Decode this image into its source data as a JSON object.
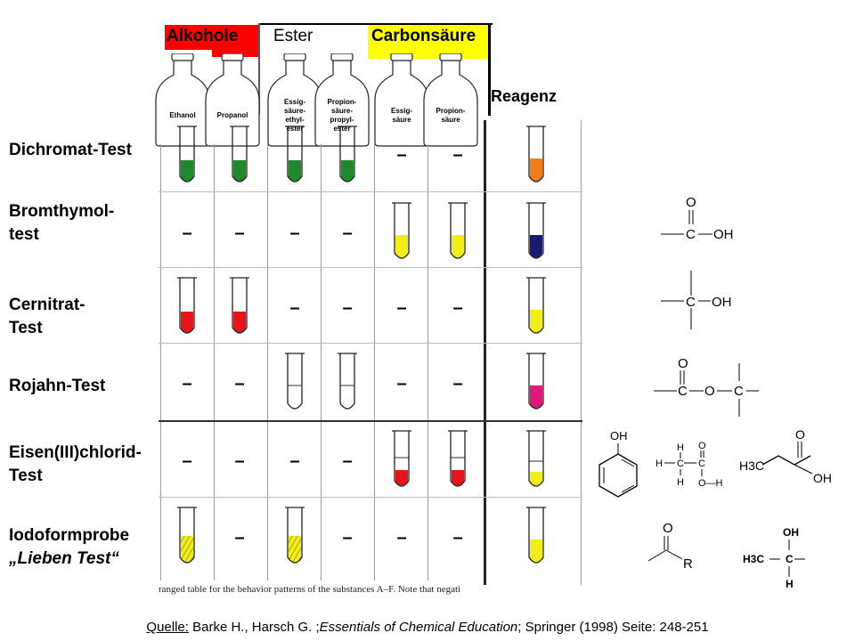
{
  "header": {
    "alkohole": "Alkohole",
    "ester": "Ester",
    "carbonsaeure": "Carbonsäure",
    "reagenz": "Reagenz"
  },
  "bottles": [
    "Ethanol",
    "Propanol",
    "Essig-säure-ethyl-ester",
    "Propion-säure-propyl-ester",
    "Essig-säure",
    "Propion-säure"
  ],
  "bottle_lines": [
    [
      "Ethanol"
    ],
    [
      "Propanol"
    ],
    [
      "Essig-",
      "säure-",
      "ethyl-",
      "ester"
    ],
    [
      "Propion-",
      "säure-",
      "propyl-",
      "ester"
    ],
    [
      "Essig-",
      "säure"
    ],
    [
      "Propion-",
      "säure"
    ]
  ],
  "rows": [
    {
      "label_line1": "Dichromat-Test",
      "label_line2": ""
    },
    {
      "label_line1": "Bromthymol-",
      "label_line2": "test"
    },
    {
      "label_line1": "Cernitrat-",
      "label_line2": "Test"
    },
    {
      "label_line1": "Rojahn-Test",
      "label_line2": ""
    },
    {
      "label_line1": "Eisen(III)chlorid-",
      "label_line2": "Test"
    },
    {
      "label_line1": "Iodoformprobe",
      "label_line2": "„Lieben Test“"
    }
  ],
  "dash": "–",
  "colors": {
    "alkohole_bg": "#ff0000",
    "carbonsaeure_bg": "#ffff00",
    "green": "#1e8a2a",
    "yellow": "#f2ee1a",
    "red": "#e8141c",
    "orange": "#f07d1a",
    "navy": "#1a1a6e",
    "magenta": "#e0187a"
  },
  "grid": [
    [
      "green",
      "green",
      "green",
      "green",
      "–",
      "–",
      "orange"
    ],
    [
      "–",
      "–",
      "–",
      "–",
      "yellow",
      "yellow",
      "navy"
    ],
    [
      "red",
      "red",
      "–",
      "–",
      "–",
      "–",
      "yellow"
    ],
    [
      "–",
      "–",
      "empty",
      "empty",
      "–",
      "–",
      "magenta"
    ],
    [
      "–",
      "–",
      "–",
      "–",
      "red-layer",
      "red-layer",
      "yellow-layer"
    ],
    [
      "yellow-hatch",
      "–",
      "yellow-hatch",
      "–",
      "–",
      "–",
      "yellow"
    ]
  ],
  "formulas": {
    "carboxyl": {
      "o": "O",
      "c": "C",
      "oh": "OH"
    },
    "alcohol": {
      "c": "C",
      "oh": "OH"
    },
    "ester": {
      "o1": "O",
      "c1": "C",
      "o2": "O",
      "c2": "C"
    },
    "phenol": {
      "oh": "OH"
    },
    "acetic": {
      "h": "H",
      "c": "C",
      "o": "O",
      "oh": "O—H"
    },
    "propionic": {
      "h3c": "H3C",
      "o": "O",
      "oh": "OH"
    },
    "ketone": {
      "o": "O",
      "r": "R"
    },
    "ethanol_frag": {
      "oh": "OH",
      "h3c": "H3C",
      "c": "C",
      "h": "H"
    }
  },
  "caption_strip": "ranged table for the behavior patterns of the substances A–F. Note that negati",
  "source": {
    "prefix": "Quelle:",
    "authors": " Barke H., Harsch G. ;",
    "title": "Essentials  of Chemical Education",
    "rest": "; Springer (1998)  Seite: 248-251"
  }
}
